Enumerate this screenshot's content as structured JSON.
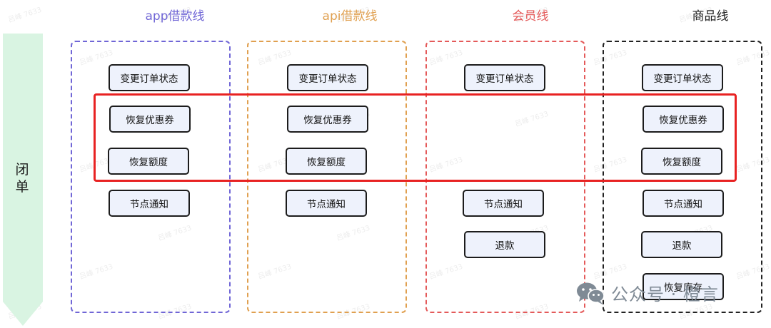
{
  "colors": {
    "app": "#7066d6",
    "api": "#e0a050",
    "member": "#e45a5a",
    "goods": "#222222",
    "highlight": "#e82222",
    "arrow": "#d9f4e2",
    "node_fill": "#eef2fc"
  },
  "phase": {
    "label": "闭单"
  },
  "lanes": [
    {
      "key": "app",
      "title": "app借款线"
    },
    {
      "key": "api",
      "title": "api借款线"
    },
    {
      "key": "member",
      "title": "会员线"
    },
    {
      "key": "goods",
      "title": "商品线"
    }
  ],
  "nodes": {
    "app": [
      "变更订单状态",
      "恢复优惠券",
      "恢复额度",
      "节点通知"
    ],
    "api": [
      "变更订单状态",
      "恢复优惠券",
      "恢复额度",
      "节点通知"
    ],
    "member": [
      "变更订单状态",
      "节点通知",
      "退款"
    ],
    "goods": [
      "变更订单状态",
      "恢复优惠券",
      "恢复额度",
      "节点通知",
      "退款",
      "恢复库存"
    ]
  },
  "watermark": {
    "text": "吕峰 7633"
  },
  "brand": {
    "text": "公众号 · 橙言",
    "icon": "wechat-icon"
  }
}
